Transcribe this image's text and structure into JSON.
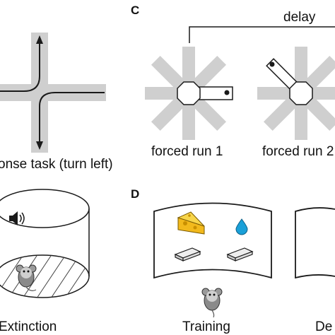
{
  "panel_b": {
    "caption": "onse task (turn left)"
  },
  "panel_c": {
    "letter": "C",
    "delay_label": "delay",
    "runs": [
      "forced run 1",
      "forced run 2"
    ]
  },
  "panel_lower_left": {
    "caption": "Extinction"
  },
  "panel_d": {
    "letter": "D",
    "training_caption": "Training",
    "cut_caption": "De"
  },
  "icons": [
    "speaker-icon",
    "mouse-icon",
    "cheese-icon",
    "water-drop-icon",
    "lever-icon"
  ],
  "colors": {
    "arm_gray": "#cfcfcf",
    "stroke": "#1a1a1a",
    "cheese": "#f5c518",
    "water": "#1aa0d8",
    "mouse": "#8a8a8a"
  }
}
